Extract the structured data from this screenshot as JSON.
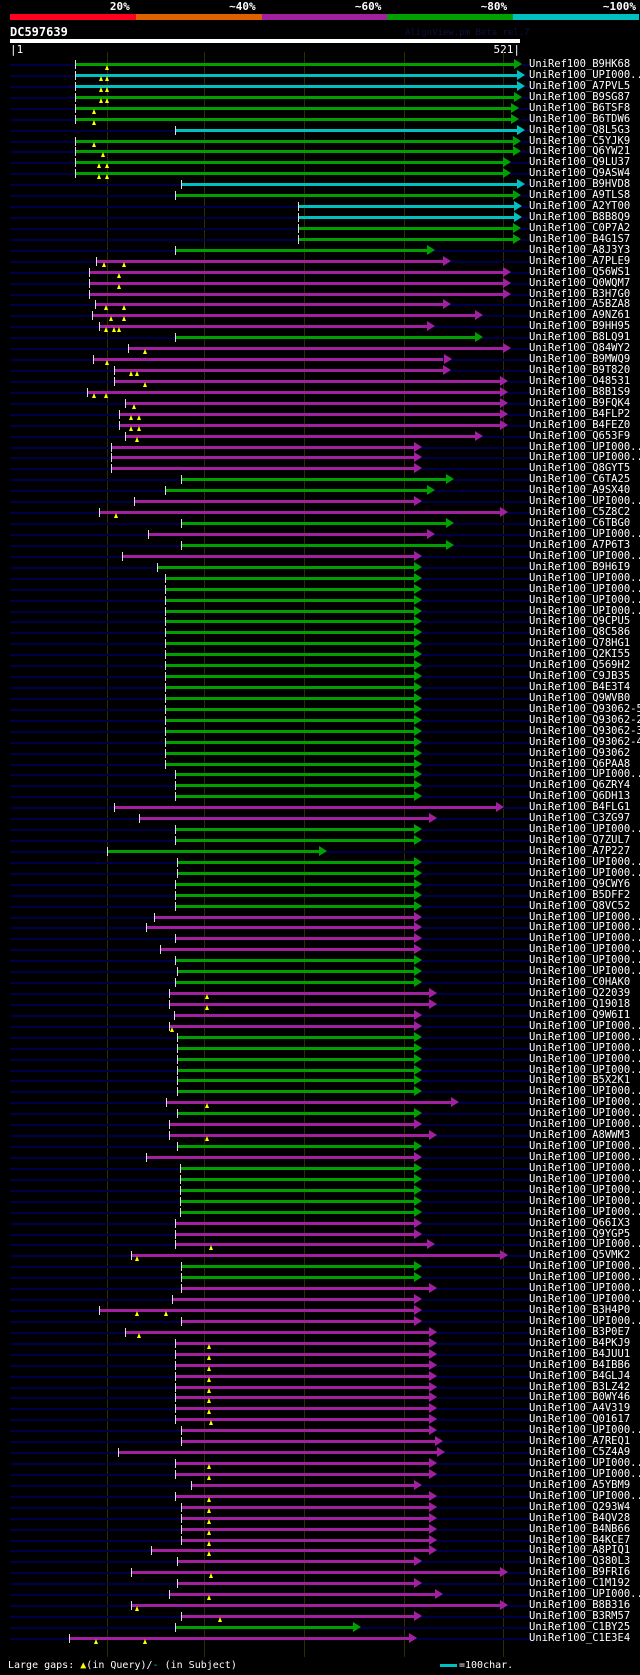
{
  "header": {
    "title": "DC597639",
    "watermark": "AlignView.pm Beta rel.7",
    "query_start": "|1",
    "query_end": "521|",
    "query_length": 521
  },
  "score_scale": {
    "labels": [
      "20%",
      "~40%",
      "~60%",
      "~80%",
      "~100%"
    ],
    "colors": [
      "#ff0020",
      "#e06000",
      "#a020a0",
      "#00a000",
      "#00c0c0"
    ]
  },
  "colors": {
    "g": "#00a000",
    "c": "#00c0c0",
    "m": "#a020a0",
    "gap": "#ffff00",
    "track": "#000048"
  },
  "legend": {
    "large_gaps": "Large gaps:",
    "in_query": "(in Query)/",
    "subject_mark": "-",
    "in_subject": "(in Subject)",
    "scale": "=100char."
  },
  "rows": [
    {
      "label": "UniRef100_B9HK68",
      "c": "g",
      "s": 67,
      "e": 515,
      "gaps": [
        100
      ]
    },
    {
      "label": "UniRef100_UPI000..",
      "c": "c",
      "s": 67,
      "e": 518,
      "gaps": [
        94,
        100
      ]
    },
    {
      "label": "UniRef100_A7PVL5",
      "c": "c",
      "s": 67,
      "e": 518,
      "gaps": [
        94,
        100
      ]
    },
    {
      "label": "UniRef100_B9SG87",
      "c": "g",
      "s": 67,
      "e": 515,
      "gaps": [
        94,
        100
      ]
    },
    {
      "label": "UniRef100_B6TSF8",
      "c": "g",
      "s": 67,
      "e": 512,
      "gaps": [
        87
      ]
    },
    {
      "label": "UniRef100_B6TDW6",
      "c": "g",
      "s": 67,
      "e": 512,
      "gaps": [
        87
      ]
    },
    {
      "label": "UniRef100_Q8L5G3",
      "c": "c",
      "s": 169,
      "e": 518,
      "gaps": []
    },
    {
      "label": "UniRef100_C5YJK9",
      "c": "g",
      "s": 67,
      "e": 514,
      "gaps": [
        87
      ]
    },
    {
      "label": "UniRef100_Q6YW21",
      "c": "g",
      "s": 67,
      "e": 514,
      "gaps": [
        96
      ]
    },
    {
      "label": "UniRef100_Q9LU37",
      "c": "g",
      "s": 67,
      "e": 504,
      "gaps": [
        92,
        100
      ]
    },
    {
      "label": "UniRef100_Q9ASW4",
      "c": "g",
      "s": 67,
      "e": 504,
      "gaps": [
        92,
        100
      ]
    },
    {
      "label": "UniRef100_B9HVD8",
      "c": "c",
      "s": 175,
      "e": 518,
      "gaps": []
    },
    {
      "label": "UniRef100_A9TLS8",
      "c": "g",
      "s": 169,
      "e": 514,
      "gaps": []
    },
    {
      "label": "UniRef100_A2YT00",
      "c": "c",
      "s": 295,
      "e": 515,
      "gaps": []
    },
    {
      "label": "UniRef100_B8B8Q9",
      "c": "c",
      "s": 295,
      "e": 515,
      "gaps": []
    },
    {
      "label": "UniRef100_C0P7A2",
      "c": "g",
      "s": 295,
      "e": 514,
      "gaps": []
    },
    {
      "label": "UniRef100_B4G1S7",
      "c": "g",
      "s": 295,
      "e": 514,
      "gaps": []
    },
    {
      "label": "UniRef100_A8J3Y3",
      "c": "g",
      "s": 169,
      "e": 426,
      "gaps": []
    },
    {
      "label": "UniRef100_A7PLE9",
      "c": "m",
      "s": 89,
      "e": 442,
      "gaps": [
        97,
        117
      ]
    },
    {
      "label": "UniRef100_Q56WS1",
      "c": "m",
      "s": 82,
      "e": 504,
      "gaps": [
        112
      ]
    },
    {
      "label": "UniRef100_Q0WQM7",
      "c": "m",
      "s": 82,
      "e": 504,
      "gaps": [
        112
      ]
    },
    {
      "label": "UniRef100_B3H7G0",
      "c": "m",
      "s": 82,
      "e": 504,
      "gaps": []
    },
    {
      "label": "UniRef100_A5BZA8",
      "c": "m",
      "s": 88,
      "e": 442,
      "gaps": [
        99,
        117
      ]
    },
    {
      "label": "UniRef100_A9NZ61",
      "c": "m",
      "s": 85,
      "e": 475,
      "gaps": [
        104,
        117
      ]
    },
    {
      "label": "UniRef100_B9HH95",
      "c": "m",
      "s": 92,
      "e": 426,
      "gaps": [
        99,
        107,
        112
      ]
    },
    {
      "label": "UniRef100_B8LQ91",
      "c": "g",
      "s": 169,
      "e": 475,
      "gaps": []
    },
    {
      "label": "UniRef100_Q84WY2",
      "c": "m",
      "s": 121,
      "e": 504,
      "gaps": [
        139
      ]
    },
    {
      "label": "UniRef100_B9MWQ9",
      "c": "m",
      "s": 86,
      "e": 443,
      "gaps": [
        100
      ]
    },
    {
      "label": "UniRef100_B9T820",
      "c": "m",
      "s": 107,
      "e": 442,
      "gaps": [
        124,
        130
      ]
    },
    {
      "label": "UniRef100_O48531",
      "c": "m",
      "s": 107,
      "e": 501,
      "gaps": [
        139
      ]
    },
    {
      "label": "UniRef100_B8B1S9",
      "c": "m",
      "s": 79,
      "e": 501,
      "gaps": [
        87,
        99
      ]
    },
    {
      "label": "UniRef100_B9FQK4",
      "c": "m",
      "s": 118,
      "e": 501,
      "gaps": [
        127
      ]
    },
    {
      "label": "UniRef100_B4FLP2",
      "c": "m",
      "s": 112,
      "e": 501,
      "gaps": [
        124,
        133
      ]
    },
    {
      "label": "UniRef100_B4FEZ0",
      "c": "m",
      "s": 112,
      "e": 501,
      "gaps": [
        124,
        133
      ]
    },
    {
      "label": "UniRef100_Q653F9",
      "c": "m",
      "s": 118,
      "e": 475,
      "gaps": [
        130
      ]
    },
    {
      "label": "UniRef100_UPI000..",
      "c": "m",
      "s": 104,
      "e": 413,
      "gaps": []
    },
    {
      "label": "UniRef100_UPI000..",
      "c": "m",
      "s": 104,
      "e": 413,
      "gaps": []
    },
    {
      "label": "UniRef100_Q8GYT5",
      "c": "m",
      "s": 104,
      "e": 413,
      "gaps": []
    },
    {
      "label": "UniRef100_C6TA25",
      "c": "g",
      "s": 175,
      "e": 446,
      "gaps": []
    },
    {
      "label": "UniRef100_A9SX40",
      "c": "g",
      "s": 159,
      "e": 426,
      "gaps": []
    },
    {
      "label": "UniRef100_UPI000..",
      "c": "m",
      "s": 127,
      "e": 413,
      "gaps": []
    },
    {
      "label": "UniRef100_C5Z8C2",
      "c": "m",
      "s": 92,
      "e": 501,
      "gaps": [
        109
      ]
    },
    {
      "label": "UniRef100_C6TBG0",
      "c": "g",
      "s": 175,
      "e": 446,
      "gaps": []
    },
    {
      "label": "UniRef100_UPI000..",
      "c": "m",
      "s": 142,
      "e": 426,
      "gaps": []
    },
    {
      "label": "UniRef100_A7P6T3",
      "c": "g",
      "s": 175,
      "e": 446,
      "gaps": []
    },
    {
      "label": "UniRef100_UPI000..",
      "c": "m",
      "s": 115,
      "e": 413,
      "gaps": []
    },
    {
      "label": "UniRef100_B9H6I9",
      "c": "g",
      "s": 151,
      "e": 413,
      "gaps": []
    },
    {
      "label": "UniRef100_UPI000..",
      "c": "g",
      "s": 159,
      "e": 413,
      "gaps": []
    },
    {
      "label": "UniRef100_UPI000..",
      "c": "g",
      "s": 159,
      "e": 413,
      "gaps": []
    },
    {
      "label": "UniRef100_UPI000..",
      "c": "g",
      "s": 159,
      "e": 413,
      "gaps": []
    },
    {
      "label": "UniRef100_UPI000..",
      "c": "g",
      "s": 159,
      "e": 413,
      "gaps": []
    },
    {
      "label": "UniRef100_Q9CPU5",
      "c": "g",
      "s": 159,
      "e": 413,
      "gaps": []
    },
    {
      "label": "UniRef100_Q8C586",
      "c": "g",
      "s": 159,
      "e": 413,
      "gaps": []
    },
    {
      "label": "UniRef100_Q78HG1",
      "c": "g",
      "s": 159,
      "e": 413,
      "gaps": []
    },
    {
      "label": "UniRef100_Q2KI55",
      "c": "g",
      "s": 159,
      "e": 413,
      "gaps": []
    },
    {
      "label": "UniRef100_Q569H2",
      "c": "g",
      "s": 159,
      "e": 413,
      "gaps": []
    },
    {
      "label": "UniRef100_C9JB35",
      "c": "g",
      "s": 159,
      "e": 413,
      "gaps": []
    },
    {
      "label": "UniRef100_B4E3T4",
      "c": "g",
      "s": 159,
      "e": 413,
      "gaps": []
    },
    {
      "label": "UniRef100_Q9WVB0",
      "c": "g",
      "s": 159,
      "e": 413,
      "gaps": []
    },
    {
      "label": "UniRef100_Q93062-5",
      "c": "g",
      "s": 159,
      "e": 413,
      "gaps": []
    },
    {
      "label": "UniRef100_Q93062-2",
      "c": "g",
      "s": 159,
      "e": 413,
      "gaps": []
    },
    {
      "label": "UniRef100_Q93062-3",
      "c": "g",
      "s": 159,
      "e": 413,
      "gaps": []
    },
    {
      "label": "UniRef100_Q93062-4",
      "c": "g",
      "s": 159,
      "e": 413,
      "gaps": []
    },
    {
      "label": "UniRef100_Q93062",
      "c": "g",
      "s": 159,
      "e": 413,
      "gaps": []
    },
    {
      "label": "UniRef100_Q6PAA8",
      "c": "g",
      "s": 159,
      "e": 413,
      "gaps": []
    },
    {
      "label": "UniRef100_UPI000..",
      "c": "g",
      "s": 169,
      "e": 413,
      "gaps": []
    },
    {
      "label": "UniRef100_Q6ZRY4",
      "c": "g",
      "s": 169,
      "e": 413,
      "gaps": []
    },
    {
      "label": "UniRef100_Q6DH13",
      "c": "g",
      "s": 169,
      "e": 413,
      "gaps": []
    },
    {
      "label": "UniRef100_B4FLG1",
      "c": "m",
      "s": 107,
      "e": 497,
      "gaps": []
    },
    {
      "label": "UniRef100_C3ZG97",
      "c": "m",
      "s": 133,
      "e": 428,
      "gaps": []
    },
    {
      "label": "UniRef100_UPI000..",
      "c": "g",
      "s": 169,
      "e": 413,
      "gaps": []
    },
    {
      "label": "UniRef100_Q7ZUL7",
      "c": "g",
      "s": 169,
      "e": 413,
      "gaps": []
    },
    {
      "label": "UniRef100_A7P227",
      "c": "g",
      "s": 100,
      "e": 316,
      "gaps": []
    },
    {
      "label": "UniRef100_UPI000..",
      "c": "g",
      "s": 171,
      "e": 413,
      "gaps": []
    },
    {
      "label": "UniRef100_UPI000..",
      "c": "g",
      "s": 171,
      "e": 413,
      "gaps": []
    },
    {
      "label": "UniRef100_Q9CWY6",
      "c": "g",
      "s": 169,
      "e": 413,
      "gaps": []
    },
    {
      "label": "UniRef100_B5DFF2",
      "c": "g",
      "s": 169,
      "e": 413,
      "gaps": []
    },
    {
      "label": "UniRef100_Q8VC52",
      "c": "g",
      "s": 169,
      "e": 413,
      "gaps": []
    },
    {
      "label": "UniRef100_UPI000..",
      "c": "m",
      "s": 148,
      "e": 413,
      "gaps": []
    },
    {
      "label": "UniRef100_UPI000..",
      "c": "m",
      "s": 140,
      "e": 413,
      "gaps": []
    },
    {
      "label": "UniRef100_UPI000..",
      "c": "m",
      "s": 169,
      "e": 413,
      "gaps": []
    },
    {
      "label": "UniRef100_UPI000..",
      "c": "m",
      "s": 154,
      "e": 413,
      "gaps": []
    },
    {
      "label": "UniRef100_UPI000..",
      "c": "g",
      "s": 169,
      "e": 413,
      "gaps": []
    },
    {
      "label": "UniRef100_UPI000..",
      "c": "g",
      "s": 171,
      "e": 413,
      "gaps": []
    },
    {
      "label": "UniRef100_C0HAK0",
      "c": "g",
      "s": 169,
      "e": 413,
      "gaps": []
    },
    {
      "label": "UniRef100_Q22039",
      "c": "m",
      "s": 163,
      "e": 428,
      "gaps": [
        202
      ]
    },
    {
      "label": "UniRef100_Q19018",
      "c": "m",
      "s": 163,
      "e": 428,
      "gaps": [
        202
      ]
    },
    {
      "label": "UniRef100_Q9W6I1",
      "c": "m",
      "s": 168,
      "e": 413,
      "gaps": []
    },
    {
      "label": "UniRef100_UPI000..",
      "c": "m",
      "s": 163,
      "e": 413,
      "gaps": [
        166
      ]
    },
    {
      "label": "UniRef100_UPI000..",
      "c": "g",
      "s": 171,
      "e": 413,
      "gaps": []
    },
    {
      "label": "UniRef100_UPI000..",
      "c": "g",
      "s": 171,
      "e": 413,
      "gaps": []
    },
    {
      "label": "UniRef100_UPI000..",
      "c": "g",
      "s": 171,
      "e": 413,
      "gaps": []
    },
    {
      "label": "UniRef100_UPI000..",
      "c": "g",
      "s": 171,
      "e": 413,
      "gaps": []
    },
    {
      "label": "UniRef100_B5X2K1",
      "c": "g",
      "s": 171,
      "e": 413,
      "gaps": []
    },
    {
      "label": "UniRef100_UPI000..",
      "c": "g",
      "s": 171,
      "e": 413,
      "gaps": []
    },
    {
      "label": "UniRef100_UPI000..",
      "c": "m",
      "s": 160,
      "e": 451,
      "gaps": [
        202
      ]
    },
    {
      "label": "UniRef100_UPI000..",
      "c": "g",
      "s": 171,
      "e": 413,
      "gaps": []
    },
    {
      "label": "UniRef100_UPI000..",
      "c": "m",
      "s": 163,
      "e": 413,
      "gaps": []
    },
    {
      "label": "UniRef100_A8WWM3",
      "c": "m",
      "s": 163,
      "e": 428,
      "gaps": [
        202
      ]
    },
    {
      "label": "UniRef100_UPI000..",
      "c": "g",
      "s": 171,
      "e": 413,
      "gaps": []
    },
    {
      "label": "UniRef100_UPI000..",
      "c": "m",
      "s": 140,
      "e": 413,
      "gaps": []
    },
    {
      "label": "UniRef100_UPI000..",
      "c": "g",
      "s": 174,
      "e": 413,
      "gaps": []
    },
    {
      "label": "UniRef100_UPI000..",
      "c": "g",
      "s": 174,
      "e": 413,
      "gaps": []
    },
    {
      "label": "UniRef100_UPI000..",
      "c": "g",
      "s": 174,
      "e": 413,
      "gaps": []
    },
    {
      "label": "UniRef100_UPI000..",
      "c": "g",
      "s": 174,
      "e": 413,
      "gaps": []
    },
    {
      "label": "UniRef100_UPI000..",
      "c": "g",
      "s": 174,
      "e": 413,
      "gaps": []
    },
    {
      "label": "UniRef100_Q66IX3",
      "c": "m",
      "s": 169,
      "e": 413,
      "gaps": []
    },
    {
      "label": "UniRef100_Q9YGP5",
      "c": "m",
      "s": 169,
      "e": 413,
      "gaps": []
    },
    {
      "label": "UniRef100_UPI000..",
      "c": "m",
      "s": 169,
      "e": 426,
      "gaps": [
        206
      ]
    },
    {
      "label": "UniRef100_Q5VMK2",
      "c": "m",
      "s": 124,
      "e": 501,
      "gaps": [
        130
      ]
    },
    {
      "label": "UniRef100_UPI000..",
      "c": "g",
      "s": 175,
      "e": 413,
      "gaps": []
    },
    {
      "label": "UniRef100_UPI000..",
      "c": "g",
      "s": 175,
      "e": 413,
      "gaps": []
    },
    {
      "label": "UniRef100_UPI000..",
      "c": "m",
      "s": 175,
      "e": 428,
      "gaps": []
    },
    {
      "label": "UniRef100_UPI000..",
      "c": "m",
      "s": 166,
      "e": 413,
      "gaps": []
    },
    {
      "label": "UniRef100_B3H4P0",
      "c": "m",
      "s": 92,
      "e": 413,
      "gaps": [
        130,
        160
      ]
    },
    {
      "label": "UniRef100_UPI000..",
      "c": "m",
      "s": 175,
      "e": 413,
      "gaps": []
    },
    {
      "label": "UniRef100_B3P0E7",
      "c": "m",
      "s": 118,
      "e": 428,
      "gaps": [
        133
      ]
    },
    {
      "label": "UniRef100_B4PKJ9",
      "c": "m",
      "s": 169,
      "e": 428,
      "gaps": [
        204
      ]
    },
    {
      "label": "UniRef100_B4JUU1",
      "c": "m",
      "s": 169,
      "e": 428,
      "gaps": [
        204
      ]
    },
    {
      "label": "UniRef100_B4IBB6",
      "c": "m",
      "s": 169,
      "e": 428,
      "gaps": [
        204
      ]
    },
    {
      "label": "UniRef100_B4GLJ4",
      "c": "m",
      "s": 169,
      "e": 428,
      "gaps": [
        204
      ]
    },
    {
      "label": "UniRef100_B3LZ42",
      "c": "m",
      "s": 169,
      "e": 428,
      "gaps": [
        204
      ]
    },
    {
      "label": "UniRef100_B0WY46",
      "c": "m",
      "s": 169,
      "e": 428,
      "gaps": [
        204
      ]
    },
    {
      "label": "UniRef100_A4V319",
      "c": "m",
      "s": 169,
      "e": 428,
      "gaps": [
        204
      ]
    },
    {
      "label": "UniRef100_Q01617",
      "c": "m",
      "s": 169,
      "e": 428,
      "gaps": [
        206
      ]
    },
    {
      "label": "UniRef100_UPI000..",
      "c": "m",
      "s": 175,
      "e": 428,
      "gaps": []
    },
    {
      "label": "UniRef100_A7REQ1",
      "c": "m",
      "s": 175,
      "e": 434,
      "gaps": []
    },
    {
      "label": "UniRef100_C5Z4A9",
      "c": "m",
      "s": 111,
      "e": 436,
      "gaps": []
    },
    {
      "label": "UniRef100_UPI000..",
      "c": "m",
      "s": 169,
      "e": 428,
      "gaps": [
        204
      ]
    },
    {
      "label": "UniRef100_UPI000..",
      "c": "m",
      "s": 169,
      "e": 428,
      "gaps": [
        204
      ]
    },
    {
      "label": "UniRef100_A5YBM9",
      "c": "m",
      "s": 186,
      "e": 413,
      "gaps": []
    },
    {
      "label": "UniRef100_UPI000..",
      "c": "m",
      "s": 169,
      "e": 428,
      "gaps": [
        204
      ]
    },
    {
      "label": "UniRef100_Q293W4",
      "c": "m",
      "s": 175,
      "e": 428,
      "gaps": [
        204
      ]
    },
    {
      "label": "UniRef100_B4QV28",
      "c": "m",
      "s": 175,
      "e": 428,
      "gaps": [
        204
      ]
    },
    {
      "label": "UniRef100_B4NB66",
      "c": "m",
      "s": 175,
      "e": 428,
      "gaps": [
        204
      ]
    },
    {
      "label": "UniRef100_B4KCE7",
      "c": "m",
      "s": 175,
      "e": 428,
      "gaps": [
        204
      ]
    },
    {
      "label": "UniRef100_A8PIQ1",
      "c": "m",
      "s": 145,
      "e": 428,
      "gaps": [
        204
      ]
    },
    {
      "label": "UniRef100_Q380L3",
      "c": "m",
      "s": 171,
      "e": 413,
      "gaps": []
    },
    {
      "label": "UniRef100_B9FRI6",
      "c": "m",
      "s": 124,
      "e": 501,
      "gaps": [
        206
      ]
    },
    {
      "label": "UniRef100_C1M192",
      "c": "m",
      "s": 171,
      "e": 413,
      "gaps": []
    },
    {
      "label": "UniRef100_UPI000..",
      "c": "m",
      "s": 163,
      "e": 434,
      "gaps": [
        204
      ]
    },
    {
      "label": "UniRef100_B8B316",
      "c": "m",
      "s": 124,
      "e": 501,
      "gaps": [
        130
      ]
    },
    {
      "label": "UniRef100_B3RM57",
      "c": "m",
      "s": 175,
      "e": 413,
      "gaps": [
        215
      ]
    },
    {
      "label": "UniRef100_C1BY25",
      "c": "g",
      "s": 169,
      "e": 351,
      "gaps": []
    },
    {
      "label": "UniRef100_C1E3E4",
      "c": "m",
      "s": 61,
      "e": 408,
      "gaps": [
        89,
        139
      ]
    }
  ]
}
